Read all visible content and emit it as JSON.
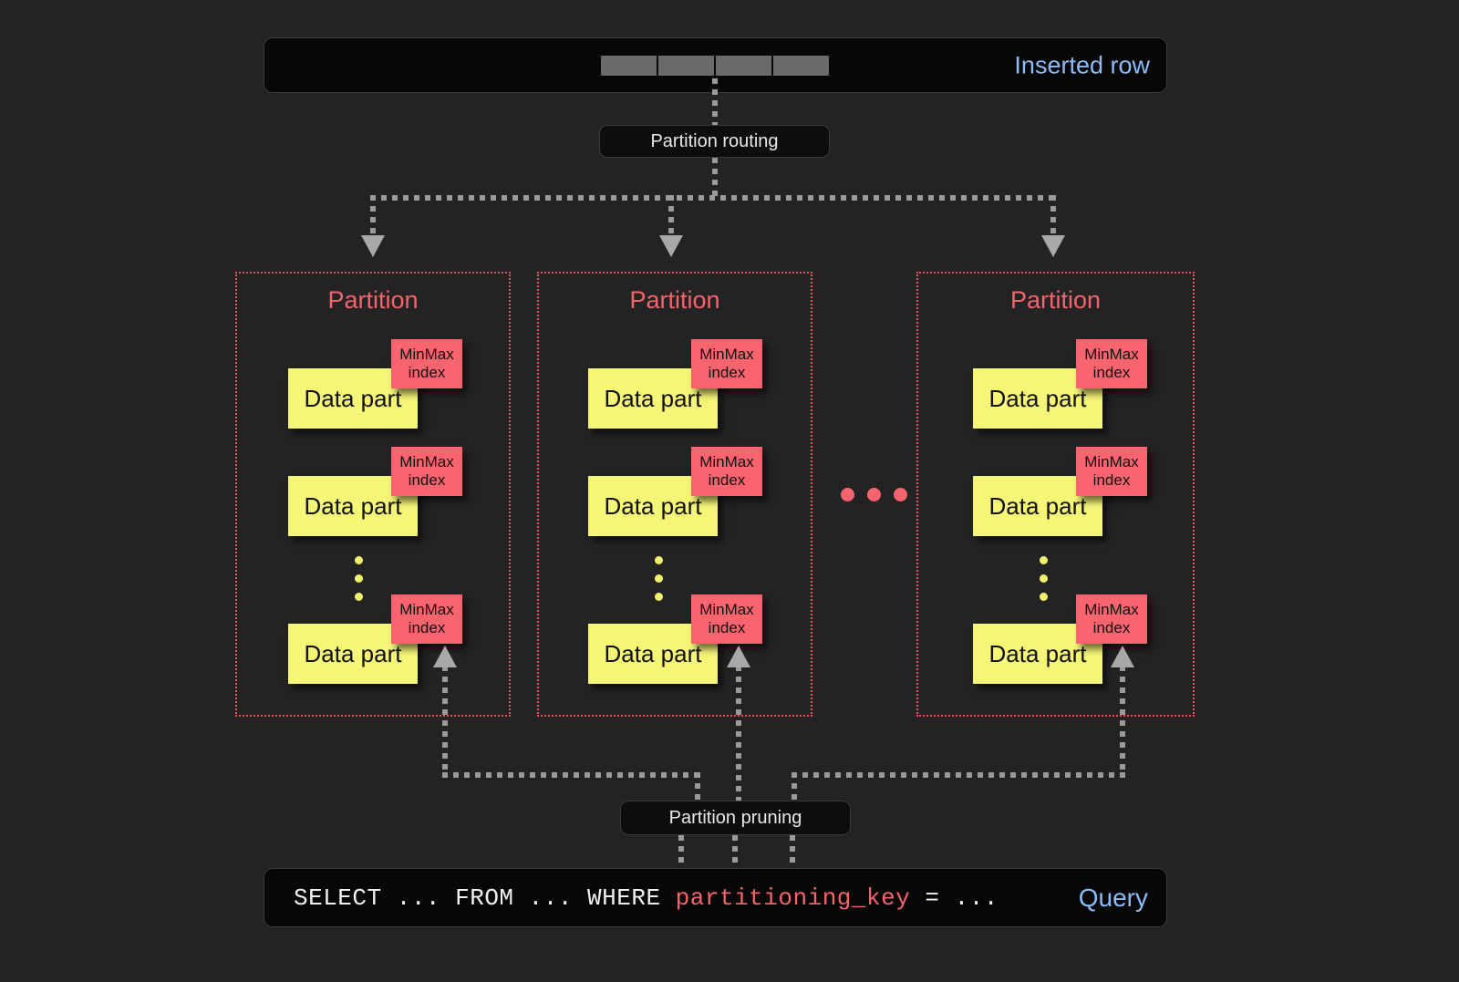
{
  "diagram": {
    "background": "#232323",
    "accent_yellow": "#f5f578",
    "accent_red": "#fa646e",
    "accent_blue": "#8cbcf8",
    "line_gray": "#9a9a9a"
  },
  "inserted_row": {
    "label": "Inserted row",
    "cell_count": 4
  },
  "partition_routing": {
    "label": "Partition routing"
  },
  "partitions": [
    {
      "title": "Partition",
      "parts": [
        {
          "label": "Data part",
          "index_label": "MinMax\nindex",
          "index_line1": "MinMax",
          "index_line2": "index"
        },
        {
          "label": "Data part",
          "index_label": "MinMax\nindex",
          "index_line1": "MinMax",
          "index_line2": "index"
        },
        {
          "label": "Data part",
          "index_label": "MinMax\nindex",
          "index_line1": "MinMax",
          "index_line2": "index"
        }
      ],
      "ellipsis_dots": 3
    },
    {
      "title": "Partition",
      "parts": [
        {
          "label": "Data part",
          "index_line1": "MinMax",
          "index_line2": "index"
        },
        {
          "label": "Data part",
          "index_line1": "MinMax",
          "index_line2": "index"
        },
        {
          "label": "Data part",
          "index_line1": "MinMax",
          "index_line2": "index"
        }
      ],
      "ellipsis_dots": 3
    },
    {
      "title": "Partition",
      "parts": [
        {
          "label": "Data part",
          "index_line1": "MinMax",
          "index_line2": "index"
        },
        {
          "label": "Data part",
          "index_line1": "MinMax",
          "index_line2": "index"
        },
        {
          "label": "Data part",
          "index_line1": "MinMax",
          "index_line2": "index"
        }
      ],
      "ellipsis_dots": 3
    }
  ],
  "partition_ellipsis_dots": 3,
  "partition_pruning": {
    "label": "Partition pruning"
  },
  "query": {
    "prefix": "SELECT ... FROM ... WHERE ",
    "key": "partitioning_key",
    "suffix": " = ...",
    "label": "Query"
  }
}
